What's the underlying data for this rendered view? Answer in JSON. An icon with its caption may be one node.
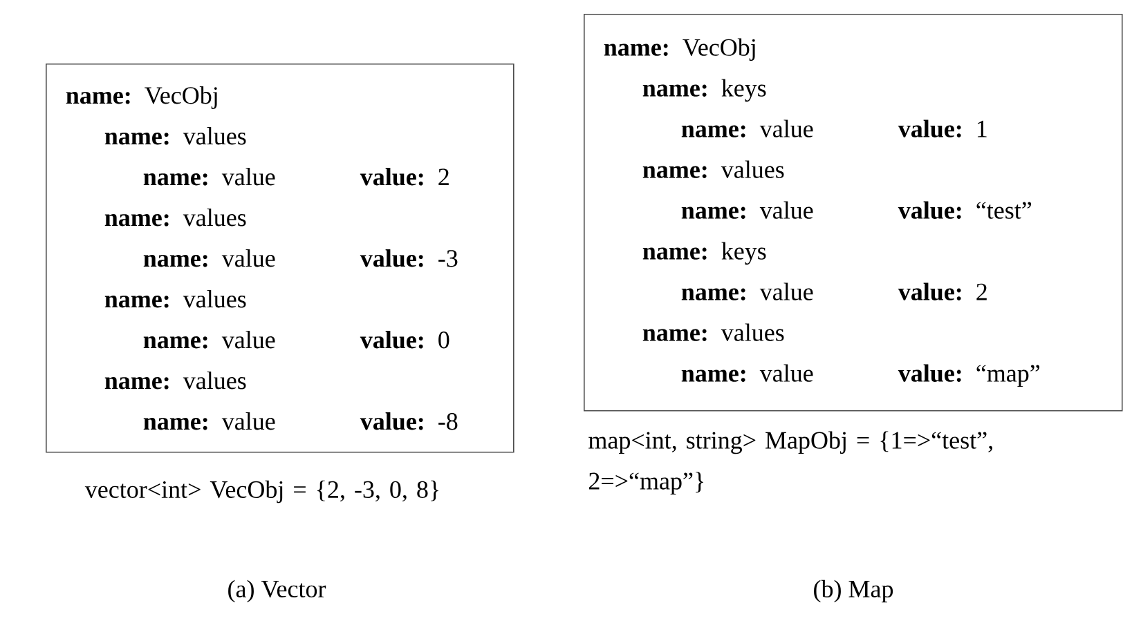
{
  "diagram": {
    "nodes": [
      {
        "text": [
          "**name:** VecObj",
          "**name:** values",
          "**name:** value",
          "**value:** 2",
          "**name:** values",
          "**name:** value",
          "**value:** -3",
          "**name:** values",
          "**name:** value",
          "**value:** 0",
          "**name:** values",
          "**name:** value",
          "**value:** -8"
        ],
        "beside": [
          "vector<int> VecObj = {2, -3, 0, 8}"
        ]
      },
      {
        "text": [
          "**name:** VecObj",
          "**name:** keys",
          "**name:** value",
          "**value:** 1",
          "**name:** values",
          "**name:** value",
          "**value:** “test”",
          "**name:** keys",
          "**name:** value",
          "**value:** 2",
          "**name:** values",
          "**name:** value",
          "**value:** “map”"
        ],
        "beside": [
          "map<int, string> MapObj = {1=>“test”, 2=>“map”}"
        ]
      }
    ],
    "edges": [],
    "labels": [
      "(a) Vector",
      "(b) Map"
    ]
  }
}
